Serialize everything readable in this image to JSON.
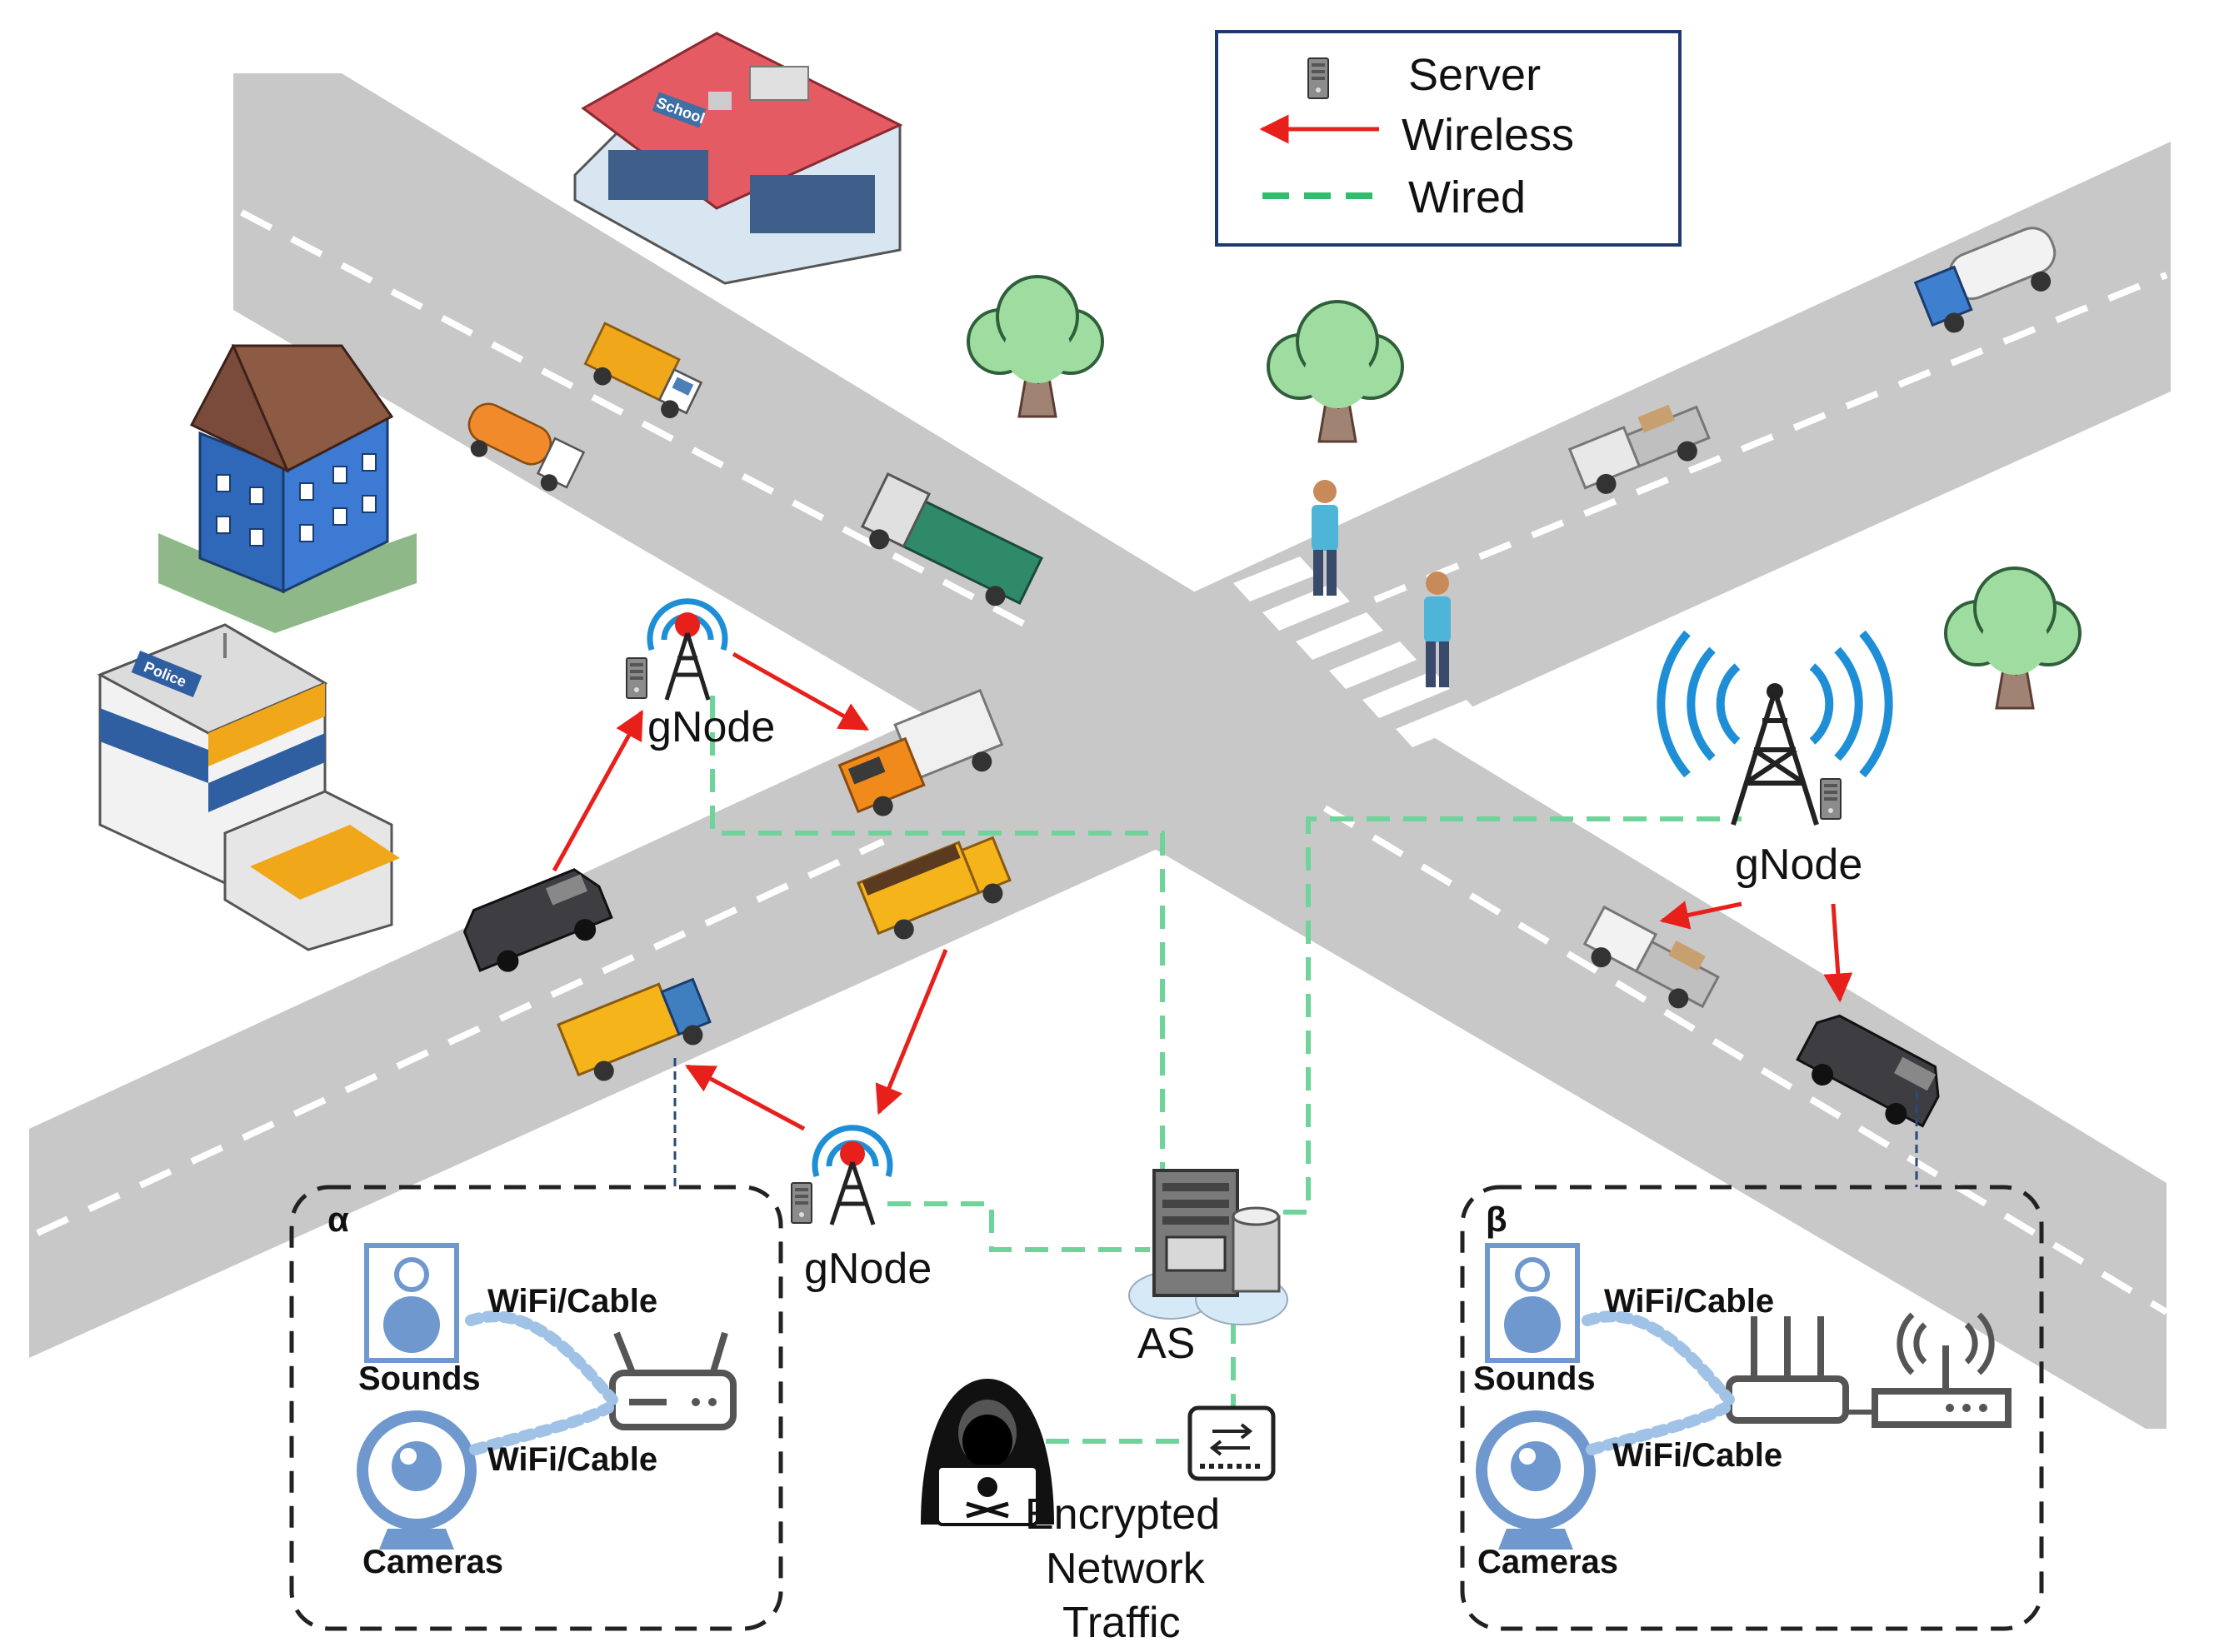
{
  "legend": {
    "server_label": "Server",
    "wireless_label": "Wireless",
    "wired_label": "Wired",
    "wireless_color": "#e8201c",
    "wired_color": "#5ecb8c"
  },
  "buildings": {
    "school_sign": "School",
    "police_sign": "Police"
  },
  "nodes": {
    "gnode_upper_left": "gNode",
    "gnode_bottom_center": "gNode",
    "gnode_right": "gNode",
    "as_label": "AS"
  },
  "attacker": {
    "line1": "Encrypted",
    "line2": "Network",
    "line3": "Traffic"
  },
  "zone_alpha": {
    "title": "α",
    "sounds": "Sounds",
    "cameras": "Cameras",
    "link_top": "WiFi/Cable",
    "link_bottom": "WiFi/Cable"
  },
  "zone_beta": {
    "title": "β",
    "sounds": "Sounds",
    "cameras": "Cameras",
    "link_top": "WiFi/Cable",
    "link_bottom": "WiFi/Cable"
  },
  "colors": {
    "road": "#c8c8c8",
    "lane_mark": "#ffffff",
    "tower_blue": "#1e8fd6",
    "tower_red": "#e8201c",
    "device_blue": "#6f98cf"
  }
}
